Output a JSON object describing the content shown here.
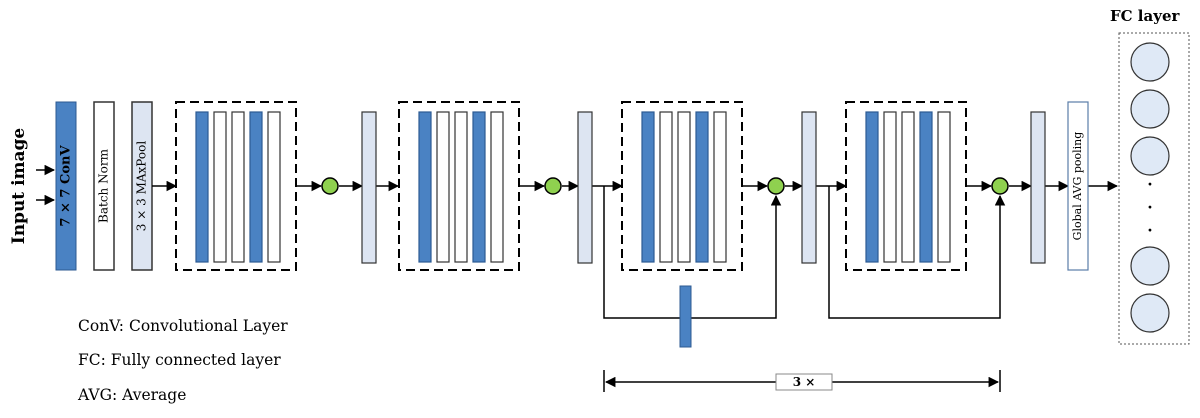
{
  "diagram": {
    "input_label": "Input image",
    "conv_label": "7 × 7 ConV",
    "bn_label": "Batch Norm",
    "pool_label": "3 × 3 MAxPool",
    "gap_label": "Global AVG pooling",
    "fc_title": "FC layer",
    "repeat_label": "3 ×",
    "dots": [
      "·",
      "·",
      "·"
    ]
  },
  "legend": [
    "ConV: Convolutional Layer",
    "FC: Fully connected layer",
    "AVG: Average"
  ],
  "colors": {
    "conv_fill": "#4a82c3",
    "light_fill": "#dde5f2",
    "stroke": "#333333",
    "add_node": "#8fd14f",
    "neuron_fill": "#dfe9f6"
  }
}
